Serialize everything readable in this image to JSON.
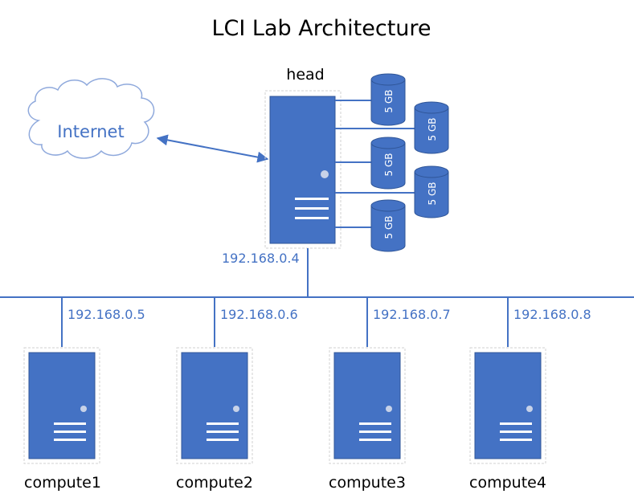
{
  "title": "LCI Lab Architecture",
  "internet": {
    "label": "Internet"
  },
  "head": {
    "name": "head",
    "ip": "192.168.0.4",
    "disks": [
      "5 GB",
      "5 GB",
      "5 GB",
      "5 GB",
      "5 GB"
    ]
  },
  "computes": [
    {
      "name": "compute1",
      "ip": "192.168.0.5"
    },
    {
      "name": "compute2",
      "ip": "192.168.0.6"
    },
    {
      "name": "compute3",
      "ip": "192.168.0.7"
    },
    {
      "name": "compute4",
      "ip": "192.168.0.8"
    }
  ],
  "colors": {
    "accent": "#4472c4",
    "accent_dark": "#2f5597"
  }
}
